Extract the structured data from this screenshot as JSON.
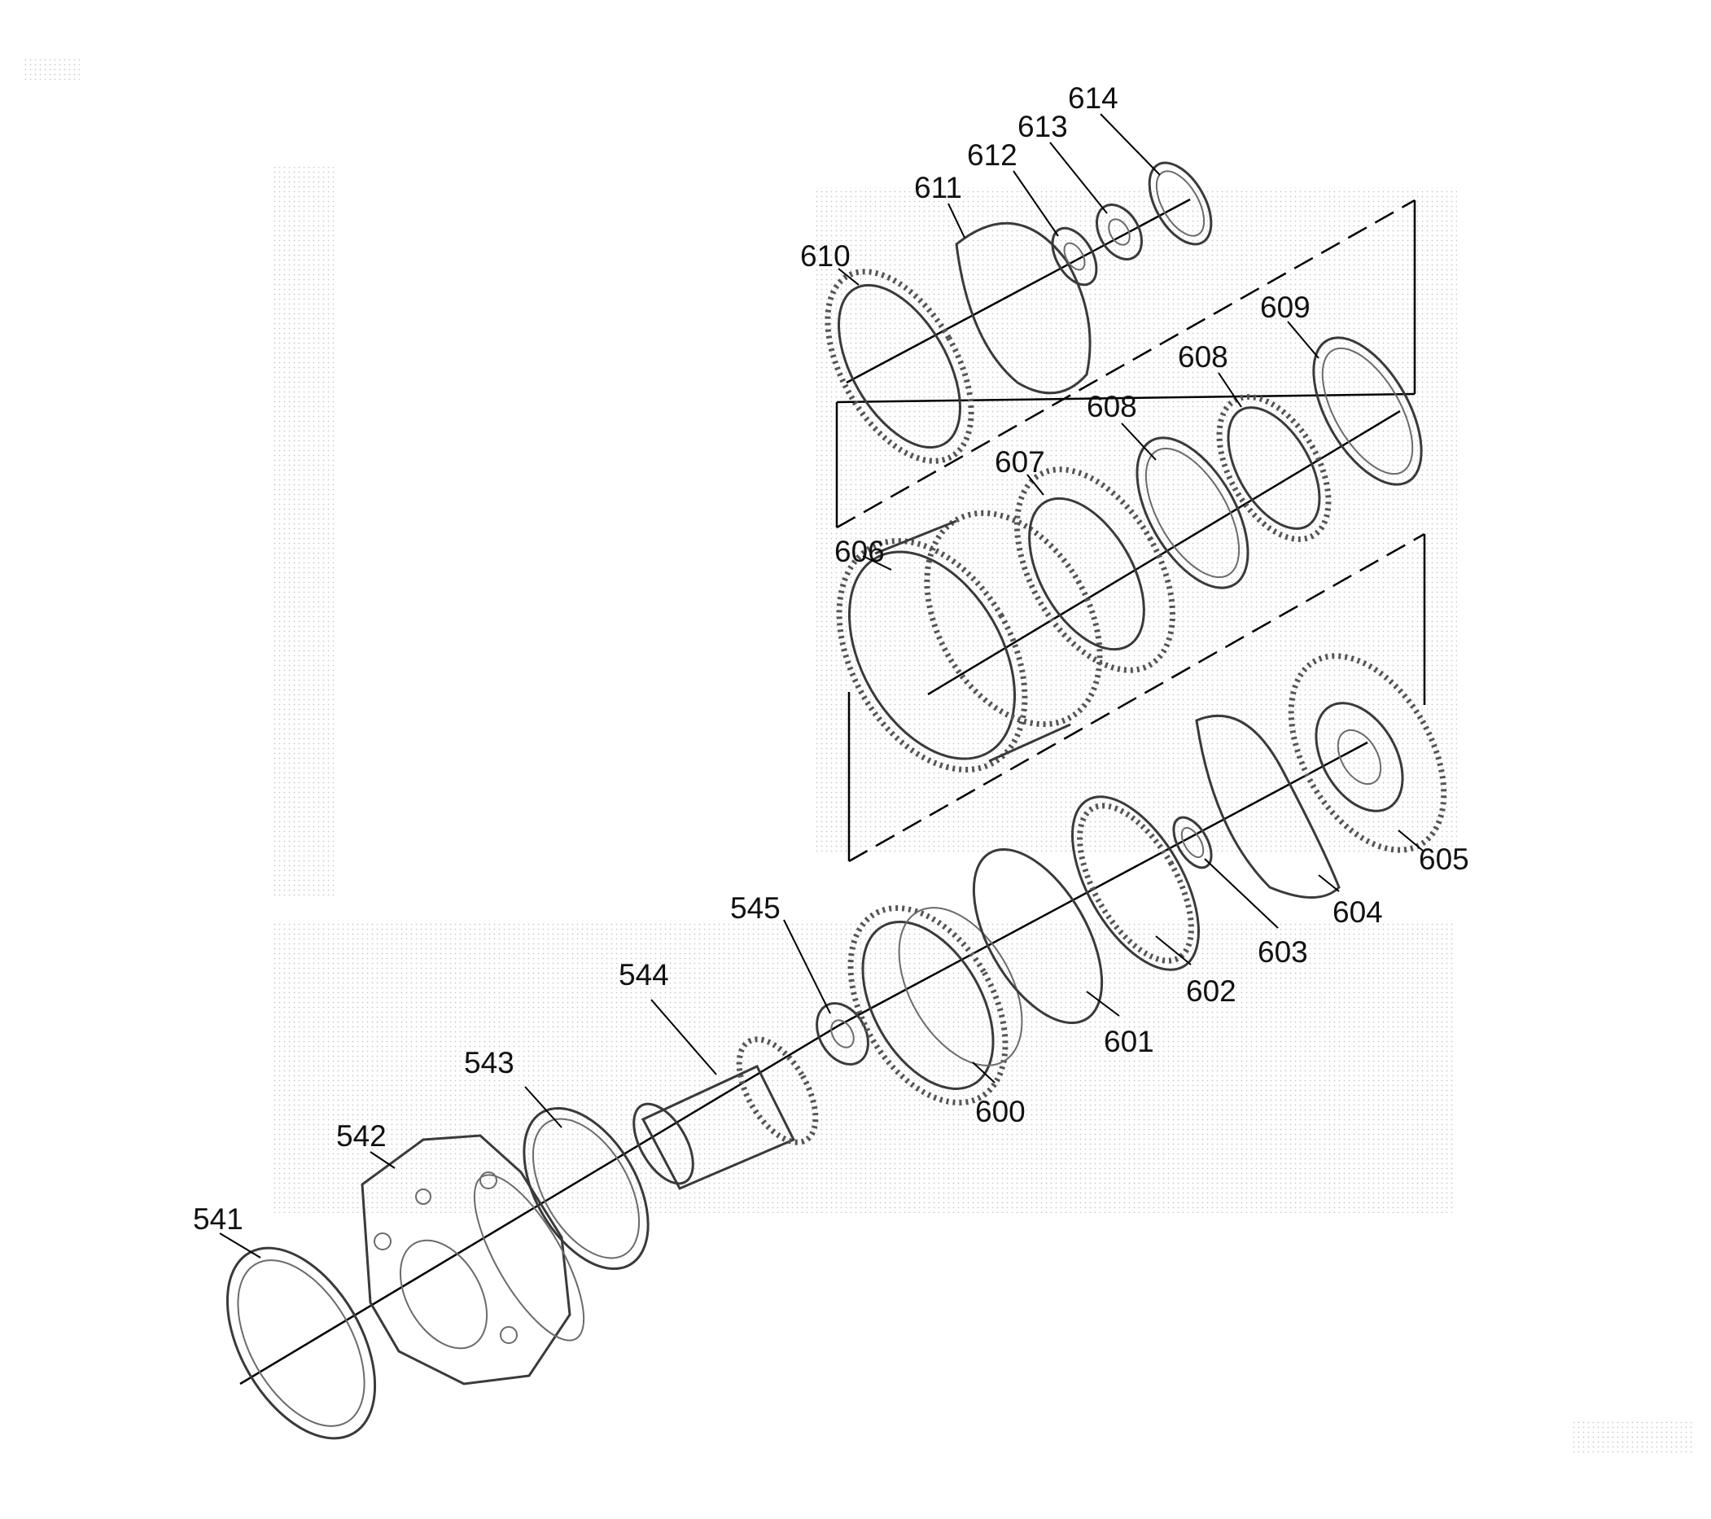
{
  "diagram": {
    "callouts": [
      "541",
      "542",
      "543",
      "544",
      "545",
      "600",
      "601",
      "602",
      "603",
      "604",
      "605",
      "606",
      "607",
      "608",
      "608",
      "609",
      "610",
      "611",
      "612",
      "613",
      "614"
    ]
  }
}
